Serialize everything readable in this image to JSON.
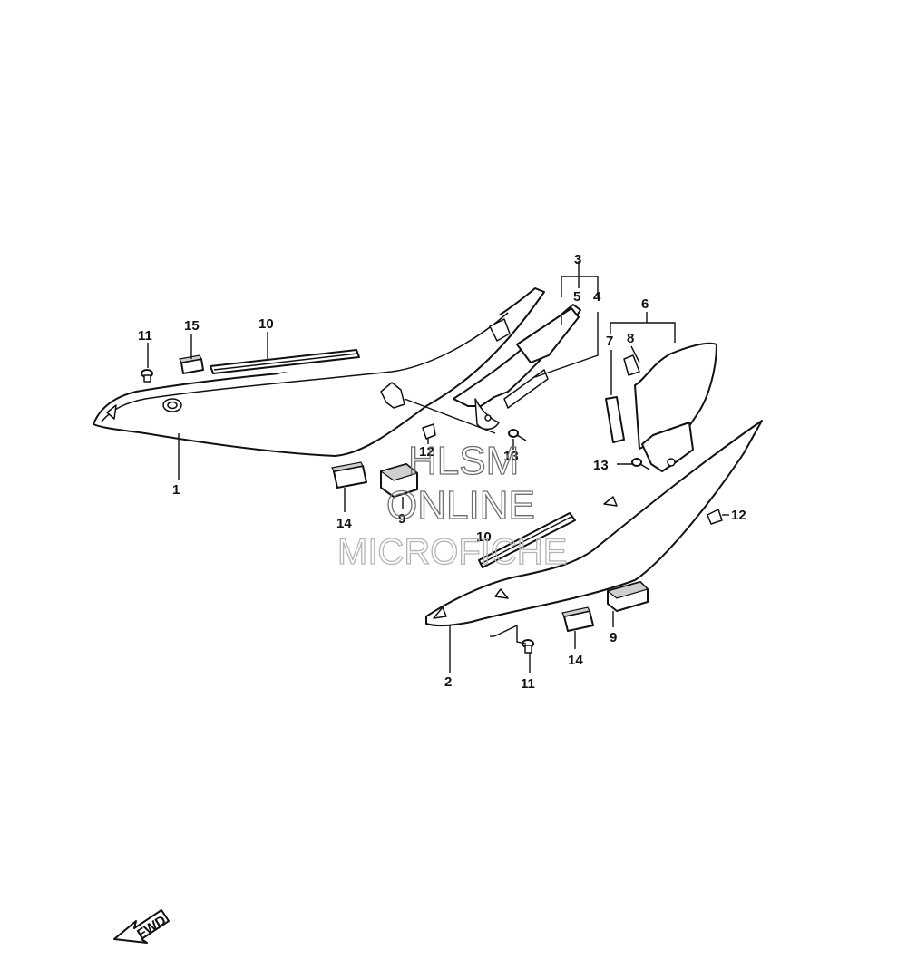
{
  "callouts": {
    "c1": "1",
    "c2": "2",
    "c3": "3",
    "c4": "4",
    "c5": "5",
    "c6": "6",
    "c7": "7",
    "c8": "8",
    "c9a": "9",
    "c9b": "9",
    "c10a": "10",
    "c10b": "10",
    "c11a": "11",
    "c11b": "11",
    "c12a": "12",
    "c12b": "12",
    "c13a": "13",
    "c13b": "13",
    "c14a": "14",
    "c14b": "14",
    "c15": "15"
  },
  "watermark": {
    "line1": "HLSM",
    "line2": "ONLINE",
    "line3": "MICROFICHE"
  },
  "direction_badge": {
    "label": "FWD"
  }
}
